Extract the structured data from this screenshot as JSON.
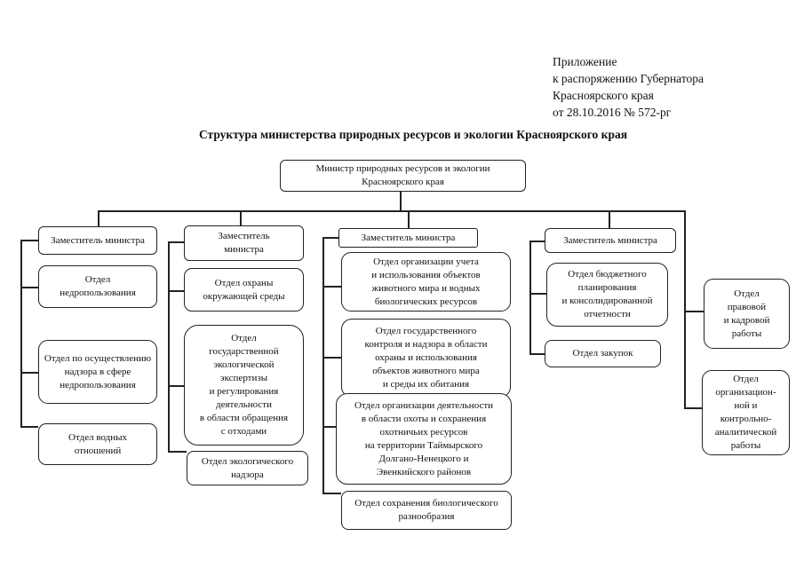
{
  "annotation": {
    "line1": "Приложение",
    "line2": "к распоряжению Губернатора",
    "line3": "Красноярского края",
    "line4": "от 28.10.2016 № 572-рг"
  },
  "title": "Структура министерства природных ресурсов и экологии Красноярского края",
  "org": {
    "minister": "Министр природных ресурсов и экологии\nКрасноярского края",
    "col1": {
      "deputy": "Заместитель министра",
      "b1": "Отдел\nнедропользования",
      "b2": "Отдел по осуществлению\nнадзора в сфере\nнедропользования",
      "b3": "Отдел водных\nотношений"
    },
    "col2": {
      "deputy": "Заместитель\nминистра",
      "b1": "Отдел охраны\nокружающей среды",
      "b2": "Отдел\nгосударственной\nэкологической\nэкспертизы\nи регулирования\nдеятельности\nв области обращения\nс отходами",
      "b3": "Отдел экологического\nнадзора"
    },
    "col3": {
      "deputy": "Заместитель министра",
      "b1": "Отдел организации учета\nи использования объектов\nживотного мира и водных\nбиологических ресурсов",
      "b2": "Отдел государственного\nконтроля и надзора в области\nохраны и использования\nобъектов животного мира\nи среды их обитания",
      "b3": "Отдел организации деятельности\nв области охоты и сохранения\nохотничьих ресурсов\nна территории Таймырского\nДолгано-Ненецкого и\nЭвенкийского районов",
      "b4": "Отдел сохранения биологического\nразнообразия"
    },
    "col4": {
      "deputy": "Заместитель министра",
      "b1": "Отдел бюджетного\nпланирования\nи консолидированной\nотчетности",
      "b2": "Отдел закупок"
    },
    "right": {
      "b1": "Отдел\nправовой\nи кадровой\nработы",
      "b2": "Отдел\nорганизацион-\nной и\nконтрольно-\nаналитической\nработы"
    }
  },
  "colors": {
    "ink": "#111111",
    "line": "#222222",
    "background": "#ffffff"
  }
}
